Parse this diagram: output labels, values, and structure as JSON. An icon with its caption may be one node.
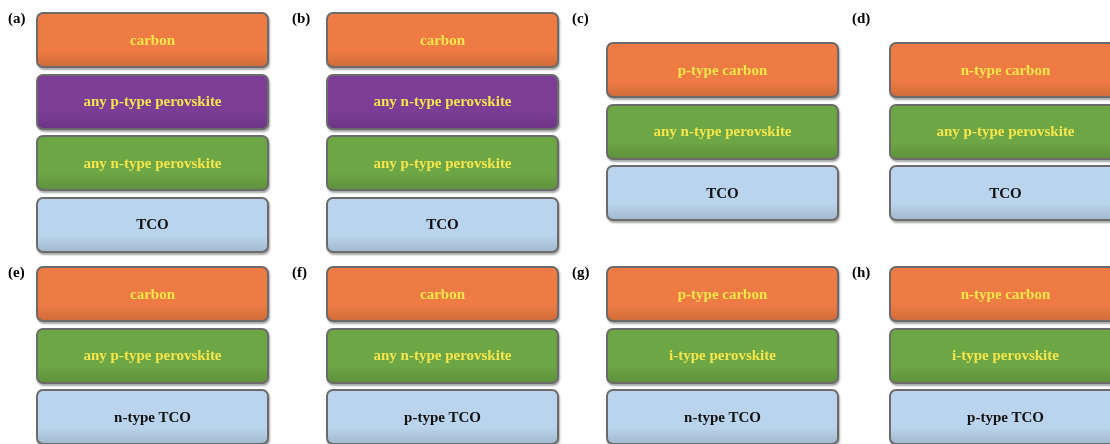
{
  "diagram": {
    "nodes": [
      {
        "text": [
          "carbon"
        ]
      },
      {
        "text": [
          "any p-type perovskite"
        ]
      },
      {
        "text": [
          "any n-type perovskite"
        ]
      },
      {
        "text": [
          "TCO"
        ]
      },
      {
        "text": [
          "carbon"
        ]
      },
      {
        "text": [
          "any n-type perovskite"
        ]
      },
      {
        "text": [
          "any p-type perovskite"
        ]
      },
      {
        "text": [
          "TCO"
        ]
      },
      {
        "text": [
          "p-type carbon"
        ]
      },
      {
        "text": [
          "any n-type perovskite"
        ]
      },
      {
        "text": [
          "TCO"
        ]
      },
      {
        "text": [
          "n-type carbon"
        ]
      },
      {
        "text": [
          "any p-type perovskite"
        ]
      },
      {
        "text": [
          "TCO"
        ]
      },
      {
        "text": [
          "carbon"
        ]
      },
      {
        "text": [
          "any p-type perovskite"
        ]
      },
      {
        "text": [
          "n-type TCO"
        ]
      },
      {
        "text": [
          "carbon"
        ]
      },
      {
        "text": [
          "any n-type perovskite"
        ]
      },
      {
        "text": [
          "p-type TCO"
        ]
      },
      {
        "text": [
          "p-type carbon"
        ]
      },
      {
        "text": [
          "i-type perovskite"
        ]
      },
      {
        "text": [
          "n-type TCO"
        ]
      },
      {
        "text": [
          "n-type carbon"
        ]
      },
      {
        "text": [
          "i-type perovskite"
        ]
      },
      {
        "text": [
          "p-type TCO"
        ]
      }
    ],
    "labels": [
      "(a)",
      "(b)",
      "(c)",
      "(d)",
      "(e)",
      "(f)",
      "(g)",
      "(h)"
    ]
  }
}
